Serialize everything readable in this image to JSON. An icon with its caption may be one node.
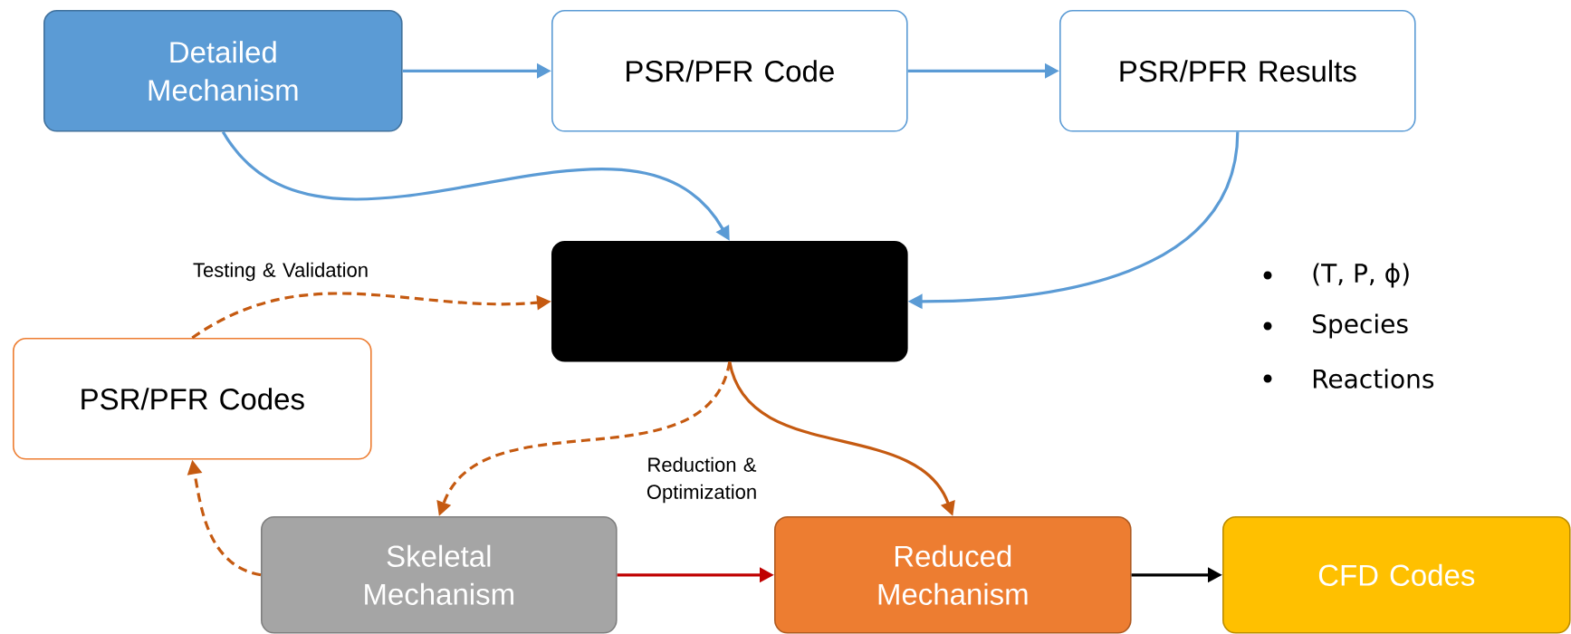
{
  "diagram": {
    "nodes": [
      {
        "text": [
          "Detailed Mechanism"
        ]
      },
      {
        "text": [
          "PSR/PFR Code"
        ]
      },
      {
        "text": [
          "PSR/PFR Results"
        ]
      },
      {
        "text": [],
        "shape": "box"
      },
      {
        "text": [
          "PSR/PFR Codes"
        ]
      },
      {
        "text": [
          "Skeletal Mechanism"
        ]
      },
      {
        "text": [
          "Reduced Mechanism"
        ]
      },
      {
        "text": [
          "CFD Codes"
        ]
      }
    ],
    "edges": [
      {
        "from": 0,
        "to": 1,
        "arrow": "to"
      },
      {
        "from": 1,
        "to": 2,
        "arrow": "to"
      },
      {
        "from": 0,
        "to": 3,
        "arrow": "to"
      },
      {
        "from": 2,
        "to": 3,
        "arrow": "to"
      },
      {
        "from": 4,
        "to": 3,
        "arrow": "to",
        "label": "Testing & Validation",
        "style": "dashed",
        "color": "#c55a11"
      },
      {
        "from": 3,
        "to": 5,
        "arrow": "to",
        "style": "dashed",
        "color": "#c55a11"
      },
      {
        "from": 3,
        "to": 6,
        "arrow": "to",
        "label": "Reduction & Optimization",
        "color": "#c55a11"
      },
      {
        "from": 5,
        "to": 4,
        "arrow": "to",
        "style": "dashed",
        "color": "#c55a11"
      },
      {
        "from": 5,
        "to": 6,
        "arrow": "to",
        "color": "#c00000"
      },
      {
        "from": 6,
        "to": 7,
        "arrow": "to",
        "color": "#000000"
      }
    ],
    "labels": [
      "(T, P, ϕ)",
      "Species",
      "Reactions"
    ]
  }
}
